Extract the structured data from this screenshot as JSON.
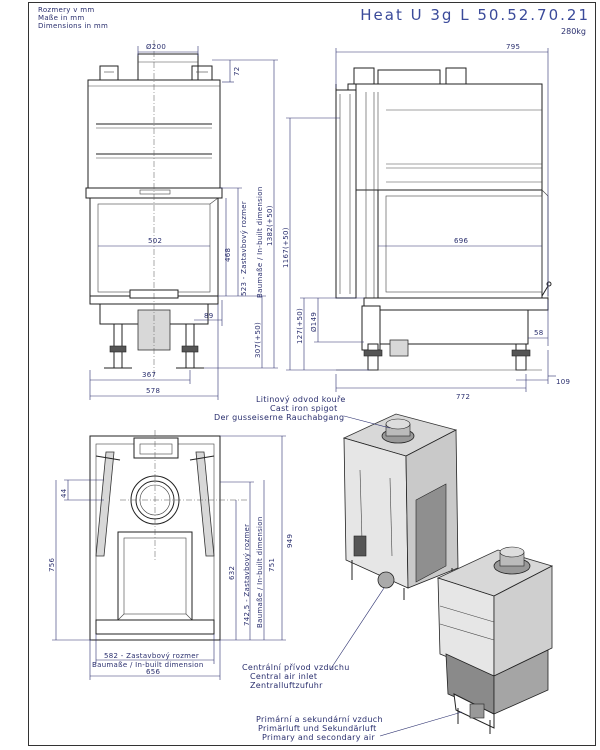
{
  "header": {
    "units_cz": "Rozmery v mm",
    "units_de": "Maße in mm",
    "units_en": "Dimensions in mm",
    "model": "Heat U 3g L 50.52.70.21",
    "weight": "280kg"
  },
  "front_view": {
    "flue_diameter": "Ø200",
    "dim_72": "72",
    "dim_502": "502",
    "dim_468": "468",
    "dim_523_label": "523 - Zastavbový rozmer",
    "dim_523_sub": "Baumaße / In-built dimension",
    "dim_1382": "1382(+50)",
    "dim_89": "89",
    "dim_307": "307(+50)",
    "dim_367": "367",
    "dim_578": "578"
  },
  "side_view": {
    "dim_795": "795",
    "dim_1167": "1167(+50)",
    "dim_696": "696",
    "dim_127": "127(+50)",
    "dim_149": "Ø149",
    "dim_58": "58",
    "dim_109": "109",
    "dim_772": "772"
  },
  "top_view": {
    "dim_44": "44",
    "dim_756": "756",
    "dim_632": "632",
    "dim_742_label": "742,5 - Zastavbový rozmer",
    "dim_742_sub": "Baumaße / In-built dimension",
    "dim_751": "751",
    "dim_949": "949",
    "dim_582_label": "582 - Zastavbový rozmer",
    "dim_582_sub": "Baumaße / In-built dimension",
    "dim_656": "656"
  },
  "annotations": {
    "spigot_cz": "Litinový odvod kouře",
    "spigot_en": "Cast iron spigot",
    "spigot_de": "Der gusseiserne Rauchabgang",
    "air_cz": "Centrální přívod vzduchu",
    "air_en": "Central air inlet",
    "air_de": "Zentralluftzufuhr",
    "prim_cz": "Primární a sekundární vzduch",
    "prim_de": "Primärluft und Sekundärluft",
    "prim_en": "Primary and secondary air"
  }
}
